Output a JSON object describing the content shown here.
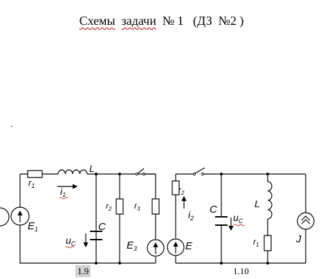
{
  "title": {
    "part1": "Схемы",
    "part2": "задачи",
    "part3": "№ 1   (ДЗ  №2 )"
  },
  "circuit_1_9": {
    "number": "1.9",
    "labels": {
      "E1": "E",
      "E1_sub": "1",
      "r1": "r",
      "r1_sub": "1",
      "i1": "i",
      "i1_sub": "1",
      "L": "L",
      "r2": "r",
      "r2_sub": "2",
      "r3": "r",
      "r3_sub": "3",
      "C": "C",
      "uC": "u",
      "uC_sub": "C",
      "E3": "E",
      "E3_sub": "3"
    }
  },
  "circuit_1_10": {
    "number": "1.10",
    "labels": {
      "r2": "r",
      "r2_sub": "2",
      "i2": "i",
      "i2_sub": "2",
      "C": "C",
      "uC": "u",
      "uC_sub": "C",
      "L": "L",
      "r1": "r",
      "r1_sub": "1",
      "E": "E",
      "J": "J"
    }
  },
  "colors": {
    "ink": "#000000",
    "label_bg": "#d0d0d0",
    "spell_underline": "#c00000"
  }
}
